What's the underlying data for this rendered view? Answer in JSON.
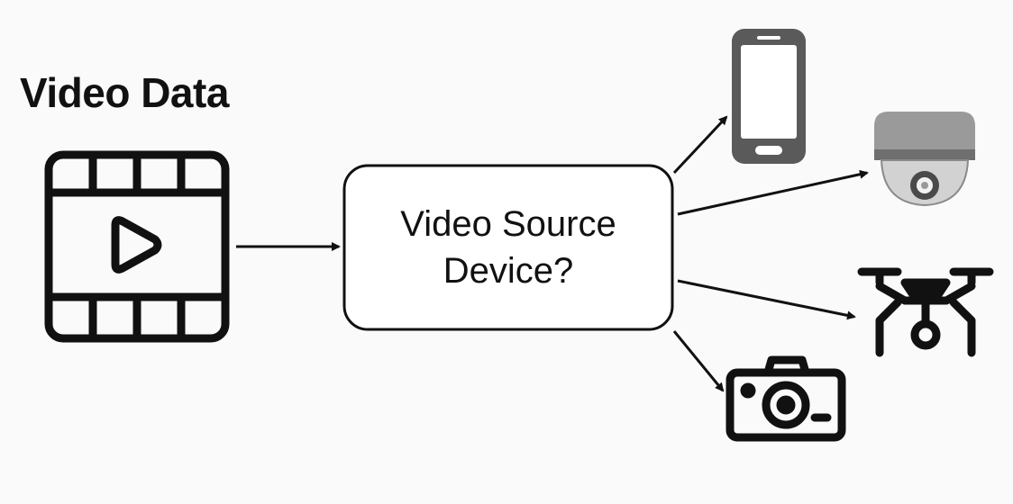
{
  "title": "Video Data",
  "source_box": {
    "line1": "Video Source",
    "line2": "Device?"
  },
  "targets": [
    {
      "icon": "smartphone-icon"
    },
    {
      "icon": "security-camera-icon"
    },
    {
      "icon": "drone-icon"
    },
    {
      "icon": "camera-icon"
    }
  ],
  "colors": {
    "background": "#fafafa",
    "stroke": "#111111",
    "phone_gray": "#5a5a5a",
    "dome_gray": "#9a9a9a"
  }
}
